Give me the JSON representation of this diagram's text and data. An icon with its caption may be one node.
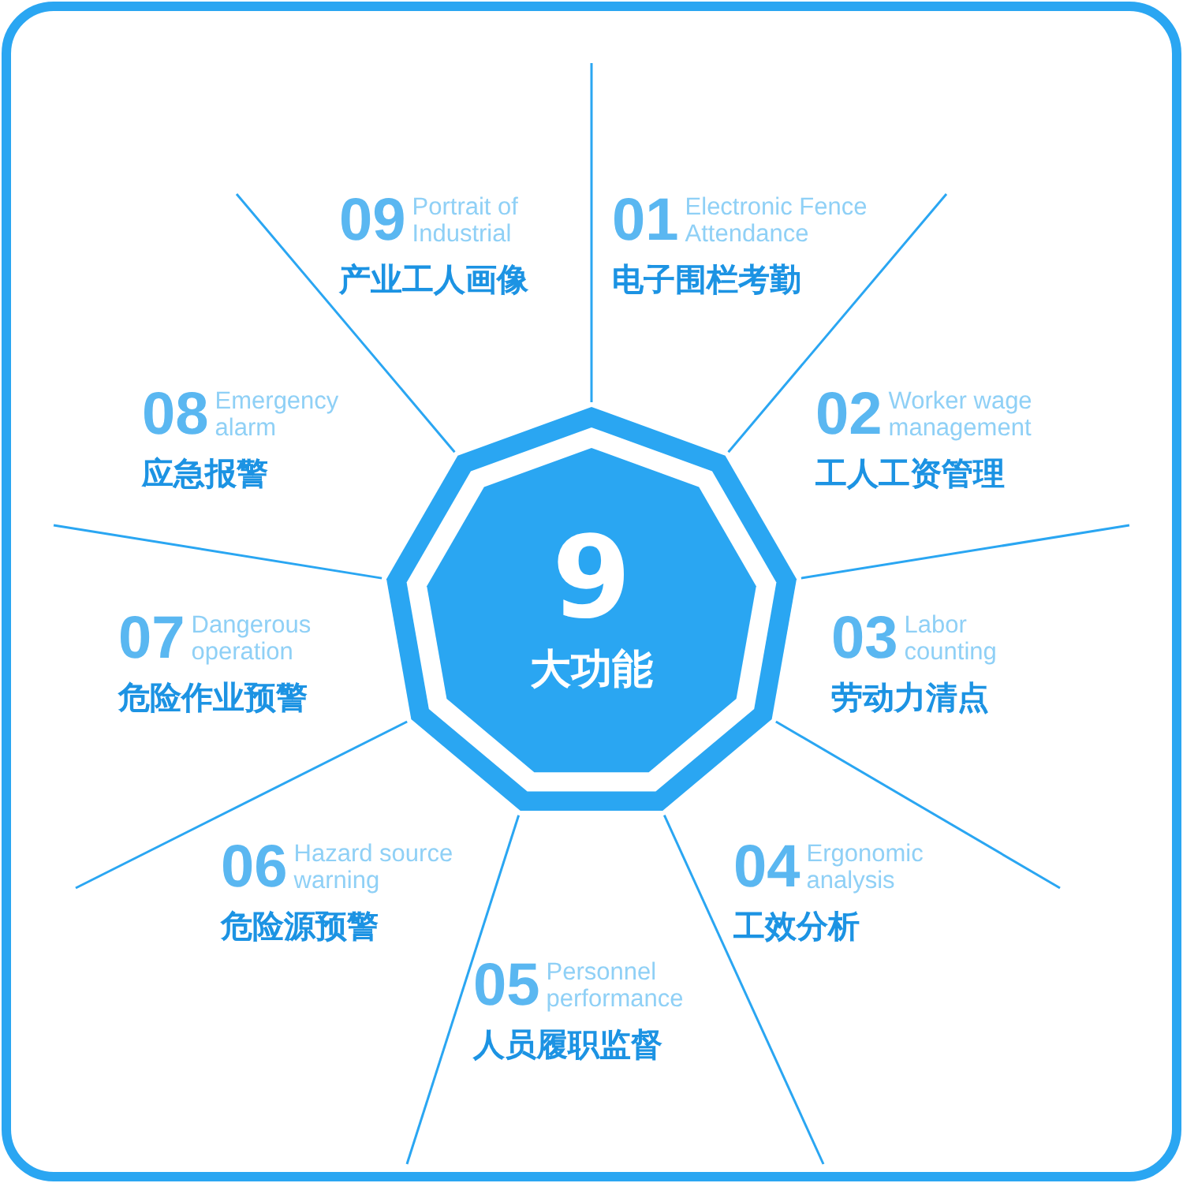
{
  "diagram": {
    "nodes": [
      {
        "text": [
          "9",
          "大功能"
        ]
      },
      {
        "text": [
          "01",
          "Electronic Fence Attendance",
          "电子围栏考勤"
        ]
      },
      {
        "text": [
          "02",
          "Worker wage management",
          "工人工资管理"
        ]
      },
      {
        "text": [
          "03",
          "Labor counting",
          "劳动力清点"
        ]
      },
      {
        "text": [
          "04",
          "Ergonomic analysis",
          "工效分析"
        ]
      },
      {
        "text": [
          "05",
          "Personnel performance",
          "人员履职监督"
        ]
      },
      {
        "text": [
          "06",
          "Hazard source warning",
          "危险源预警"
        ]
      },
      {
        "text": [
          "07",
          "Dangerous operation",
          "危险作业预警"
        ]
      },
      {
        "text": [
          "08",
          "Emergency alarm",
          "应急报警"
        ]
      },
      {
        "text": [
          "09",
          "Portrait of Industrial",
          "产业工人画像"
        ]
      }
    ],
    "edges": []
  }
}
